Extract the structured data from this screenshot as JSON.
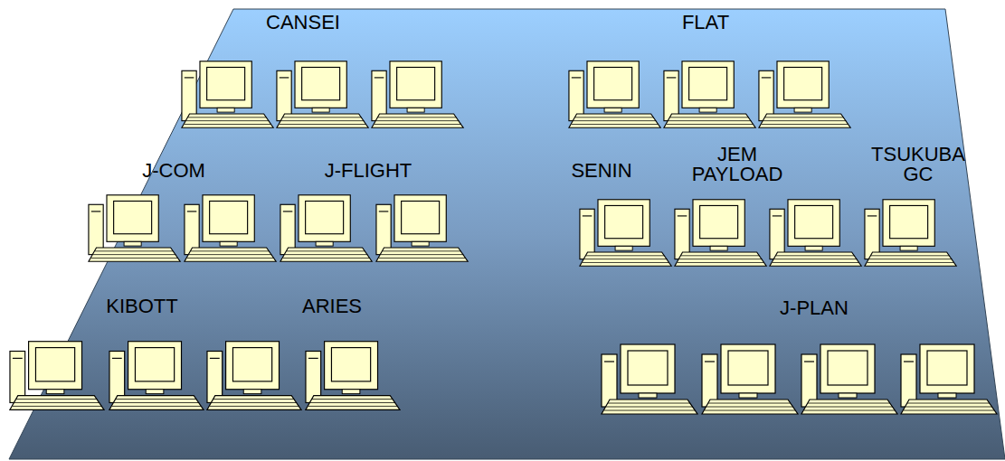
{
  "diagram": {
    "labels": [
      "CANSEI",
      "FLAT",
      "J-COM",
      "J-FLIGHT",
      "SENIN",
      "JEM PAYLOAD",
      "TSUKUBA GC",
      "KIBOTT",
      "ARIES",
      "J-PLAN"
    ]
  }
}
